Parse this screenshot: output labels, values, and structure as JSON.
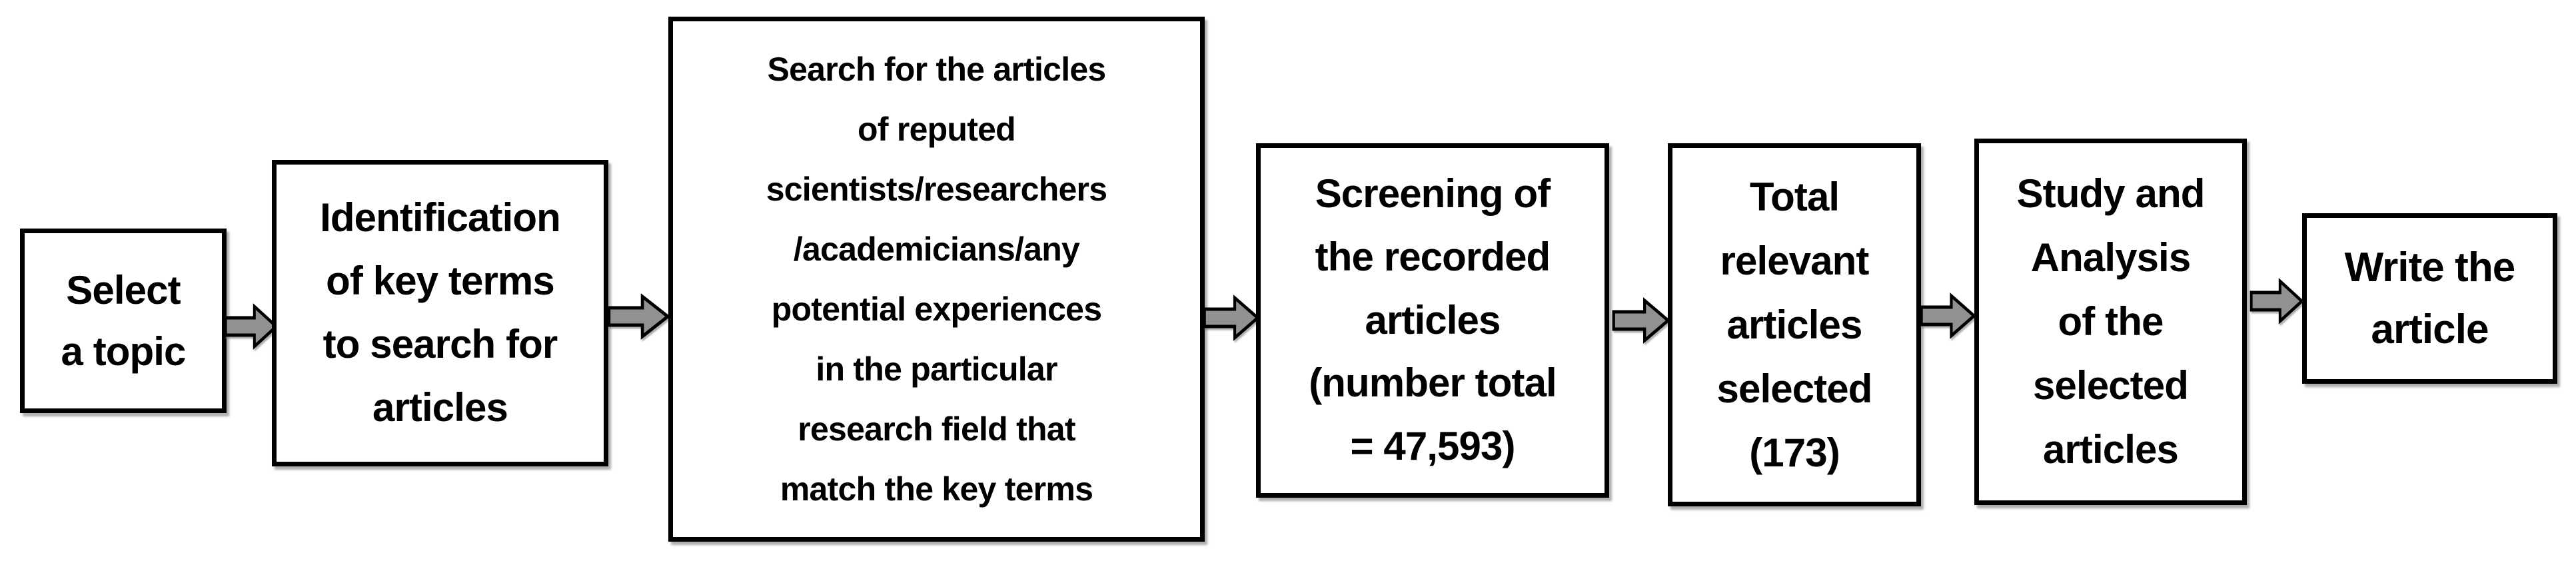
{
  "diagram": {
    "type": "flowchart",
    "direction": "left-to-right",
    "steps": [
      {
        "id": "select-topic",
        "label": "Select\na topic"
      },
      {
        "id": "identify-key-terms",
        "label": "Identification\nof key terms\nto search for\narticles"
      },
      {
        "id": "search-articles",
        "label": "Search for the articles\nof reputed\nscientists/researchers\n/academicians/any\npotential experiences\nin the particular\nresearch field that\nmatch the key terms"
      },
      {
        "id": "screening-articles",
        "label": "Screening of\nthe recorded\narticles\n(number total\n= 47,593)"
      },
      {
        "id": "total-relevant-articles",
        "label": "Total\nrelevant\narticles\nselected\n(173)"
      },
      {
        "id": "study-analysis",
        "label": "Study and\nAnalysis\nof the\nselected\narticles"
      },
      {
        "id": "write-article",
        "label": "Write the\narticle"
      }
    ],
    "connector": "block-arrow-right",
    "colors": {
      "background": "#ffffff",
      "box_fill": "#ffffff",
      "box_border": "#000000",
      "text": "#000000",
      "arrow_fill": "#919191",
      "arrow_outline": "#000000"
    }
  }
}
